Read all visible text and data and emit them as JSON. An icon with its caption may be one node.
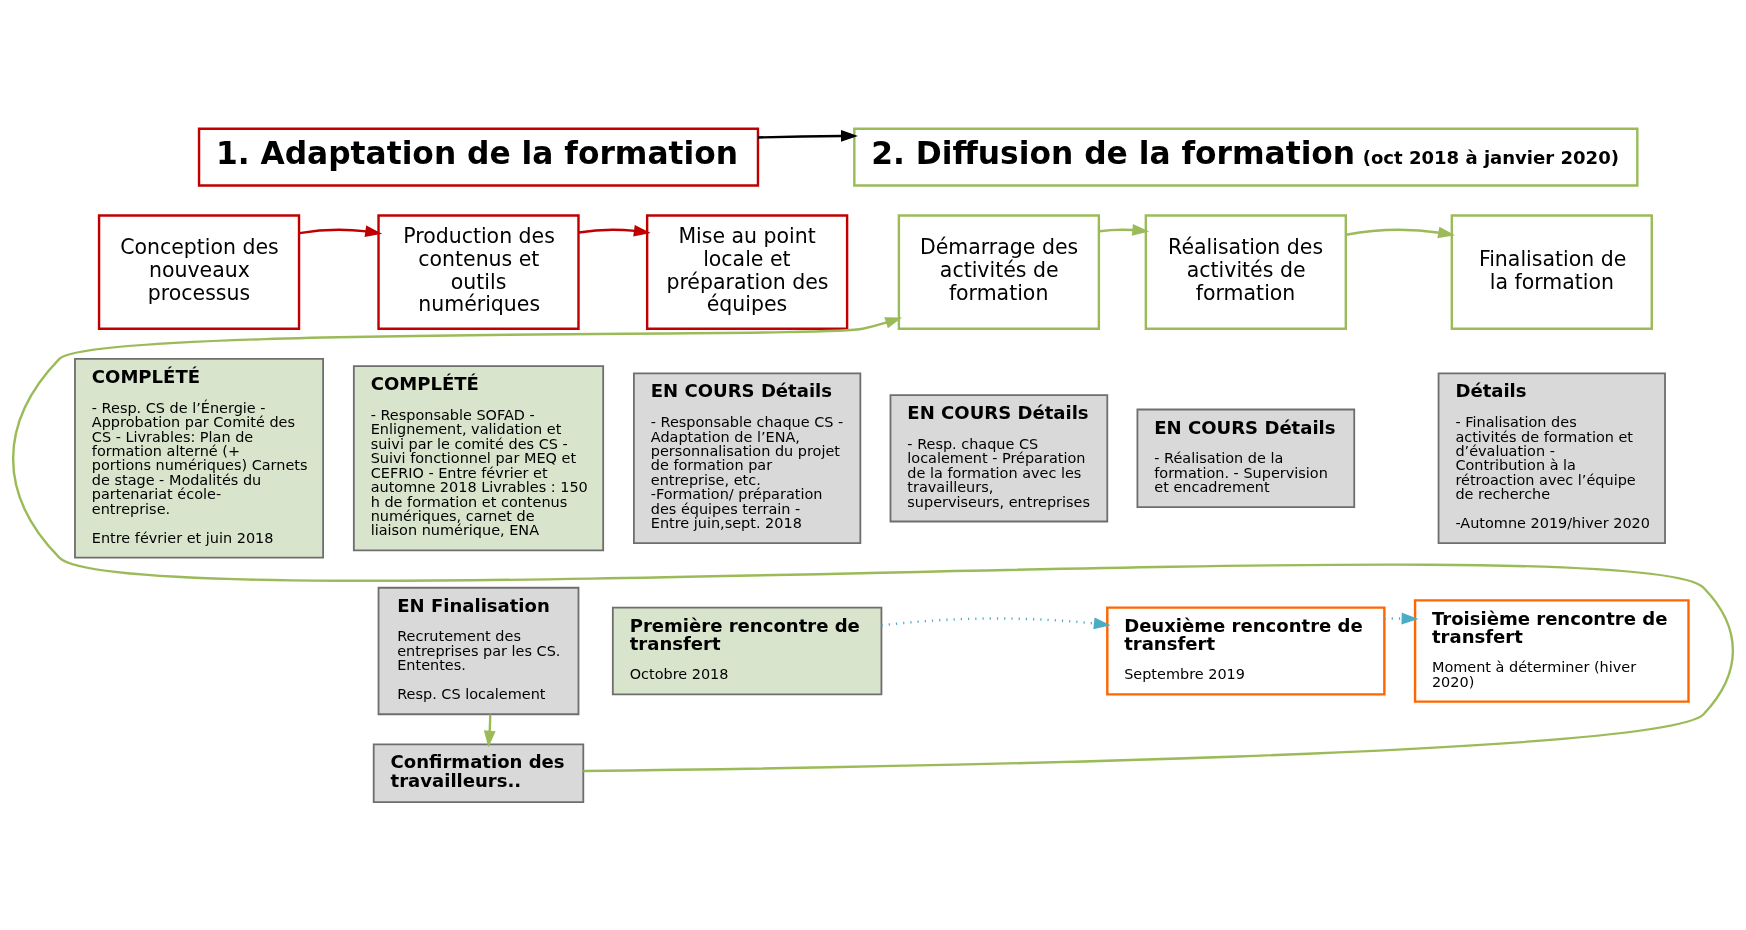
{
  "diagram": {
    "nodes": [
      {
        "text": [
          "1. Adaptation de la formation"
        ]
      },
      {
        "text": [
          "2. Diffusion de la formation",
          "(oct 2018 à janvier 2020)"
        ]
      },
      {
        "text": [
          "Conception des nouveaux processus"
        ]
      },
      {
        "text": [
          "Production des contenus et outils numériques"
        ]
      },
      {
        "text": [
          "Mise au point locale et préparation des équipes"
        ]
      },
      {
        "text": [
          "Démarrage des activités de formation"
        ]
      },
      {
        "text": [
          "Réalisation des activités de formation"
        ]
      },
      {
        "text": [
          "Finalisation de la formation"
        ]
      },
      {
        "text": [
          "COMPLÉTÉ",
          "- Resp. CS de l’Énergie - Approbation par Comité des CS - Livrables: Plan de formation alterné (+ portions numériques) Carnets de stage - Modalités du partenariat école-entreprise.",
          "Entre février et juin 2018"
        ]
      },
      {
        "text": [
          "COMPLÉTÉ",
          "- Responsable SOFAD - Enlignement, validation et suivi par le comité des CS - Suivi fonctionnel par MEQ et CEFRIO - Entre février et automne 2018 Livrables : 150 h de formation et contenus numériques, carnet de liaison numérique, ENA"
        ]
      },
      {
        "text": [
          "EN COURS Détails",
          "- Responsable chaque CS - Adaptation de l’ENA, personnalisation du projet de formation par entreprise, etc. -Formation/ préparation des équipes terrain - Entre juin,sept. 2018"
        ]
      },
      {
        "text": [
          "EN COURS Détails",
          "- Resp. chaque CS localement - Préparation de la formation avec les travailleurs, superviseurs, entreprises"
        ]
      },
      {
        "text": [
          "EN COURS Détails",
          "- Réalisation de la formation. - Supervision et encadrement"
        ]
      },
      {
        "text": [
          "Détails",
          "- Finalisation des activités de formation et d’évaluation - Contribution à la rétroaction avec l’équipe de recherche",
          "-Automne 2019/hiver 2020"
        ]
      },
      {
        "text": [
          "EN Finalisation",
          "Recrutement des entreprises par les CS. Ententes.",
          "Resp. CS localement"
        ]
      },
      {
        "text": [
          "Première rencontre de transfert",
          "Octobre 2018"
        ]
      },
      {
        "text": [
          "Confirmation des travailleurs.."
        ]
      },
      {
        "text": [
          "Deuxième rencontre de transfert",
          "Septembre 2019"
        ]
      },
      {
        "text": [
          "Troisième rencontre de transfert",
          "Moment à déterminer (hiver 2020)"
        ]
      }
    ],
    "edges": [
      {
        "from": 0,
        "to": 1,
        "arrow": "to",
        "color": "#000000"
      },
      {
        "from": 2,
        "to": 3,
        "arrow": "to",
        "color": "#c00000"
      },
      {
        "from": 3,
        "to": 4,
        "arrow": "to",
        "color": "#c00000"
      },
      {
        "from": 5,
        "to": 6,
        "arrow": "to",
        "color": "#9bbb59"
      },
      {
        "from": 6,
        "to": 7,
        "arrow": "to",
        "color": "#9bbb59"
      },
      {
        "from": 14,
        "to": 16,
        "arrow": "to",
        "color": "#9bbb59"
      },
      {
        "from": 16,
        "to": 5,
        "arrow": "to",
        "color": "#9bbb59"
      },
      {
        "from": 15,
        "to": 17,
        "arrow": "to",
        "style": "dashed",
        "color": "#4bacc6"
      },
      {
        "from": 17,
        "to": 18,
        "arrow": "to",
        "style": "dashed",
        "color": "#4bacc6"
      }
    ]
  }
}
